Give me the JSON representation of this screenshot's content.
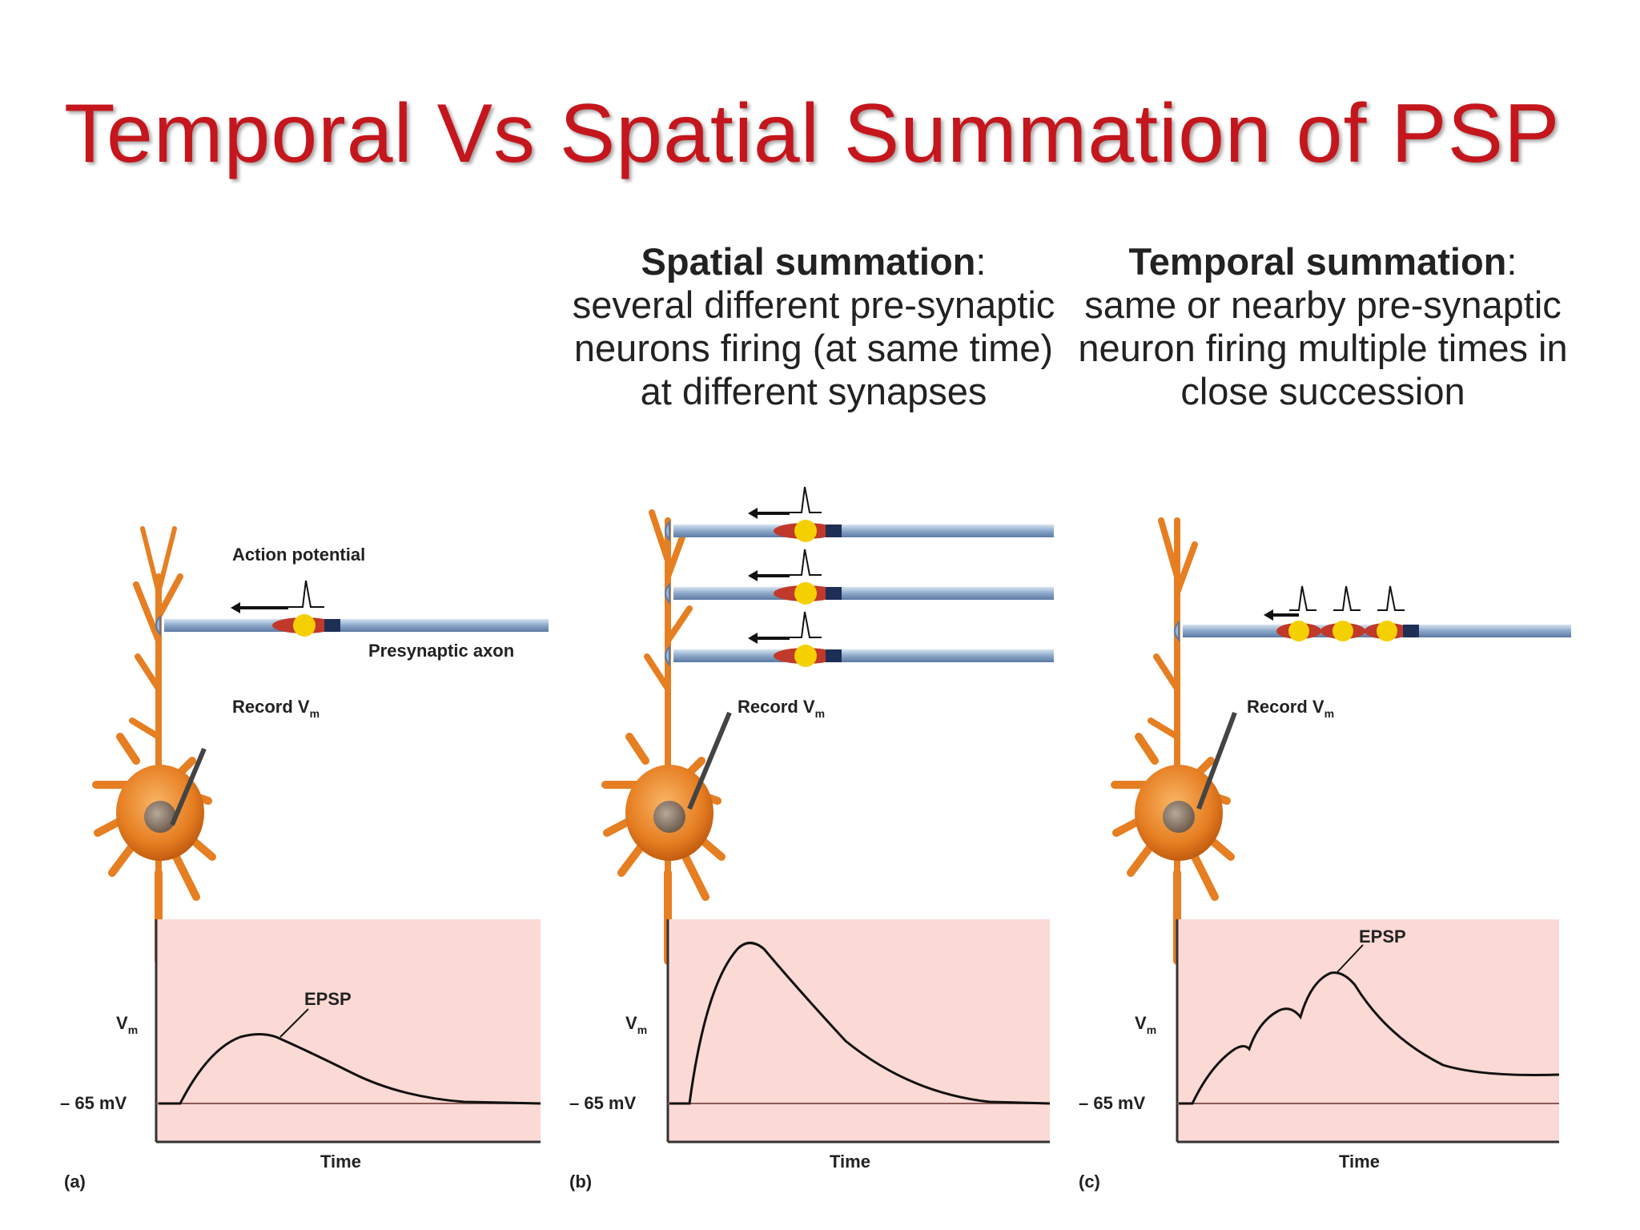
{
  "title": "Temporal Vs Spatial Summation of PSP",
  "panels": [
    {
      "id": "a",
      "letter": "(a)",
      "heading": "",
      "description": "",
      "action_potential_label": "Action potential",
      "axon_label": "Presynaptic axon",
      "record_label": "Record V",
      "record_sub": "m",
      "vm_label": "V",
      "vm_sub": "m",
      "baseline_label": "– 65 mV",
      "time_label": "Time",
      "epsp_label": "EPSP"
    },
    {
      "id": "b",
      "letter": "(b)",
      "heading": "Spatial summation",
      "description": "several different pre-synaptic neurons firing (at same time) at different synapses",
      "record_label": "Record V",
      "record_sub": "m",
      "vm_label": "V",
      "vm_sub": "m",
      "baseline_label": "– 65 mV",
      "time_label": "Time"
    },
    {
      "id": "c",
      "letter": "(c)",
      "heading": "Temporal summation",
      "description": "same or nearby pre-synaptic neuron firing multiple times in close succession",
      "record_label": "Record V",
      "record_sub": "m",
      "vm_label": "V",
      "vm_sub": "m",
      "baseline_label": "– 65 mV",
      "time_label": "Time",
      "epsp_label": "EPSP"
    }
  ],
  "colors": {
    "title": "#c4161c",
    "graph_bg": "#fbd9d4",
    "neuron": "#e67e22",
    "axon": "#9fb8d6",
    "spike": "#f5d000"
  }
}
